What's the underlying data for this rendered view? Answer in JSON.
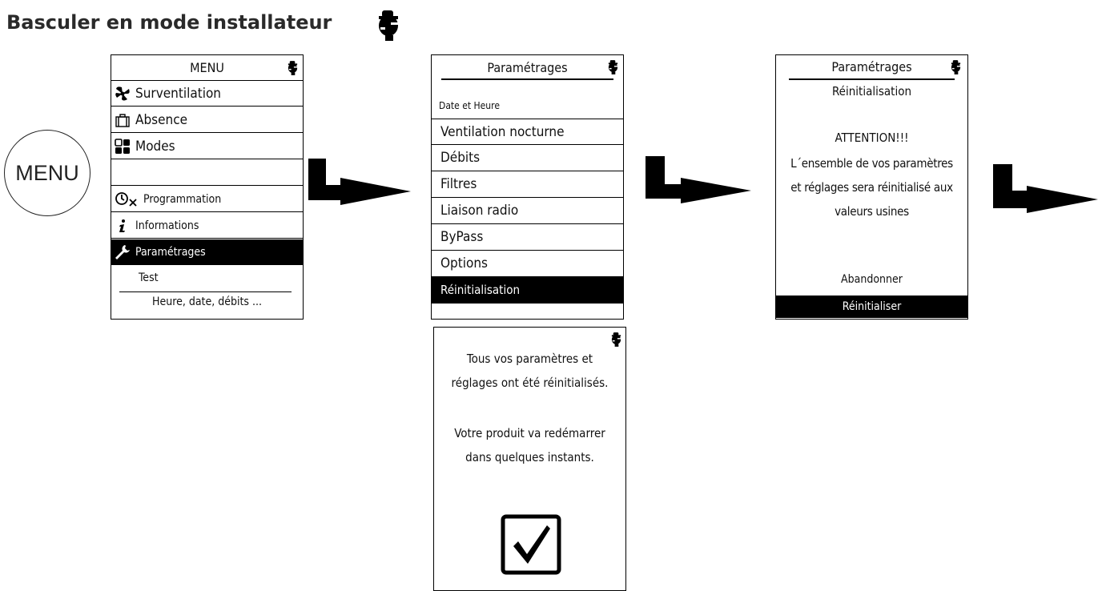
{
  "title": "Basculer en mode installateur",
  "menu_button_label": "MENU",
  "screen_menu": {
    "title": "MENU",
    "items": [
      {
        "label": "Surventilation",
        "icon": "fan-icon"
      },
      {
        "label": "Absence",
        "icon": "briefcase-icon"
      },
      {
        "label": "Modes",
        "icon": "grid-icon"
      },
      {
        "label": "",
        "icon": ""
      },
      {
        "label": "Programmation",
        "icon": "clock-icon"
      },
      {
        "label": "Informations",
        "icon": "info-icon"
      },
      {
        "label": "Paramétrages",
        "icon": "wrench-icon",
        "selected": true
      }
    ],
    "test_label": "Test",
    "subtitle": "Heure, date, débits ..."
  },
  "screen_settings": {
    "title": "Paramétrages",
    "date_label": "Date et Heure",
    "items": [
      "Ventilation nocturne",
      "Débits",
      "Filtres",
      "Liaison radio",
      "ByPass",
      "Options",
      "Réinitialisation"
    ],
    "selected": "Réinitialisation"
  },
  "screen_reset": {
    "title": "Paramétrages",
    "subtitle": "Réinitialisation",
    "warning": "ATTENTION!!!",
    "message": [
      "L´ensemble de vos paramètres",
      "et réglages sera réinitialisé aux",
      "valeurs usines"
    ],
    "cancel_label": "Abandonner",
    "confirm_label": "Réinitialiser"
  },
  "screen_done": {
    "message1": [
      "Tous vos paramètres et",
      "réglages ont été réinitialisés."
    ],
    "message2": [
      "Votre produit va redémarrer",
      "dans quelques instants."
    ]
  },
  "icons": {
    "installer": "installer-head-icon",
    "arrow": "right-arrow-icon",
    "check": "checkbox-icon"
  }
}
